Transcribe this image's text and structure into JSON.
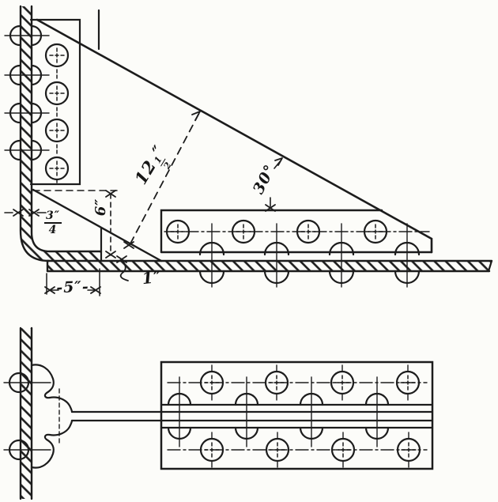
{
  "figure": {
    "kind": "riveted bracket connection technical drawing",
    "views": [
      "side elevation",
      "plan"
    ],
    "rivets": {
      "wall_column_rivets": 4,
      "vertical_strip_rivets": 4,
      "base_strip_rivets": 4,
      "base_plate_rivets": 4,
      "plan_top_row_rivets": 4,
      "plan_bottom_row_rivets": 4
    },
    "colors": {
      "ink": "#1c1c1c",
      "paper": "#fcfcf9"
    }
  },
  "dimensions": {
    "diagonal_whole": "12",
    "diagonal_frac_num": "1",
    "diagonal_frac_den": "2",
    "diagonal_unit": "″",
    "angle": "30°",
    "height": "6″",
    "thickness_num": "3″",
    "thickness_den": "4",
    "base": "-5″-",
    "plate": "1″"
  }
}
